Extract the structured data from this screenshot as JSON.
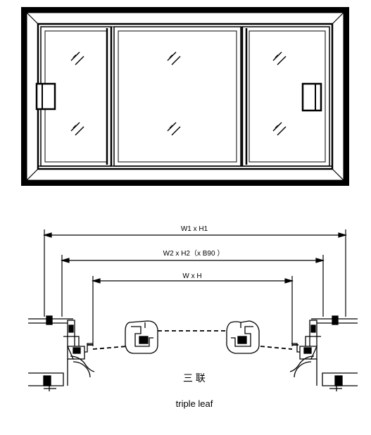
{
  "dimensions": [
    {
      "id": "outer",
      "label": "W1 x H1"
    },
    {
      "id": "middle",
      "label": "W2 x H2（x B90 ）"
    },
    {
      "id": "inner",
      "label": "W x H"
    }
  ],
  "caption": {
    "chinese": "三 联",
    "english": "triple leaf"
  },
  "colors": {
    "ink": "#000000",
    "paper": "#ffffff",
    "glass": "#f4f4f4"
  }
}
